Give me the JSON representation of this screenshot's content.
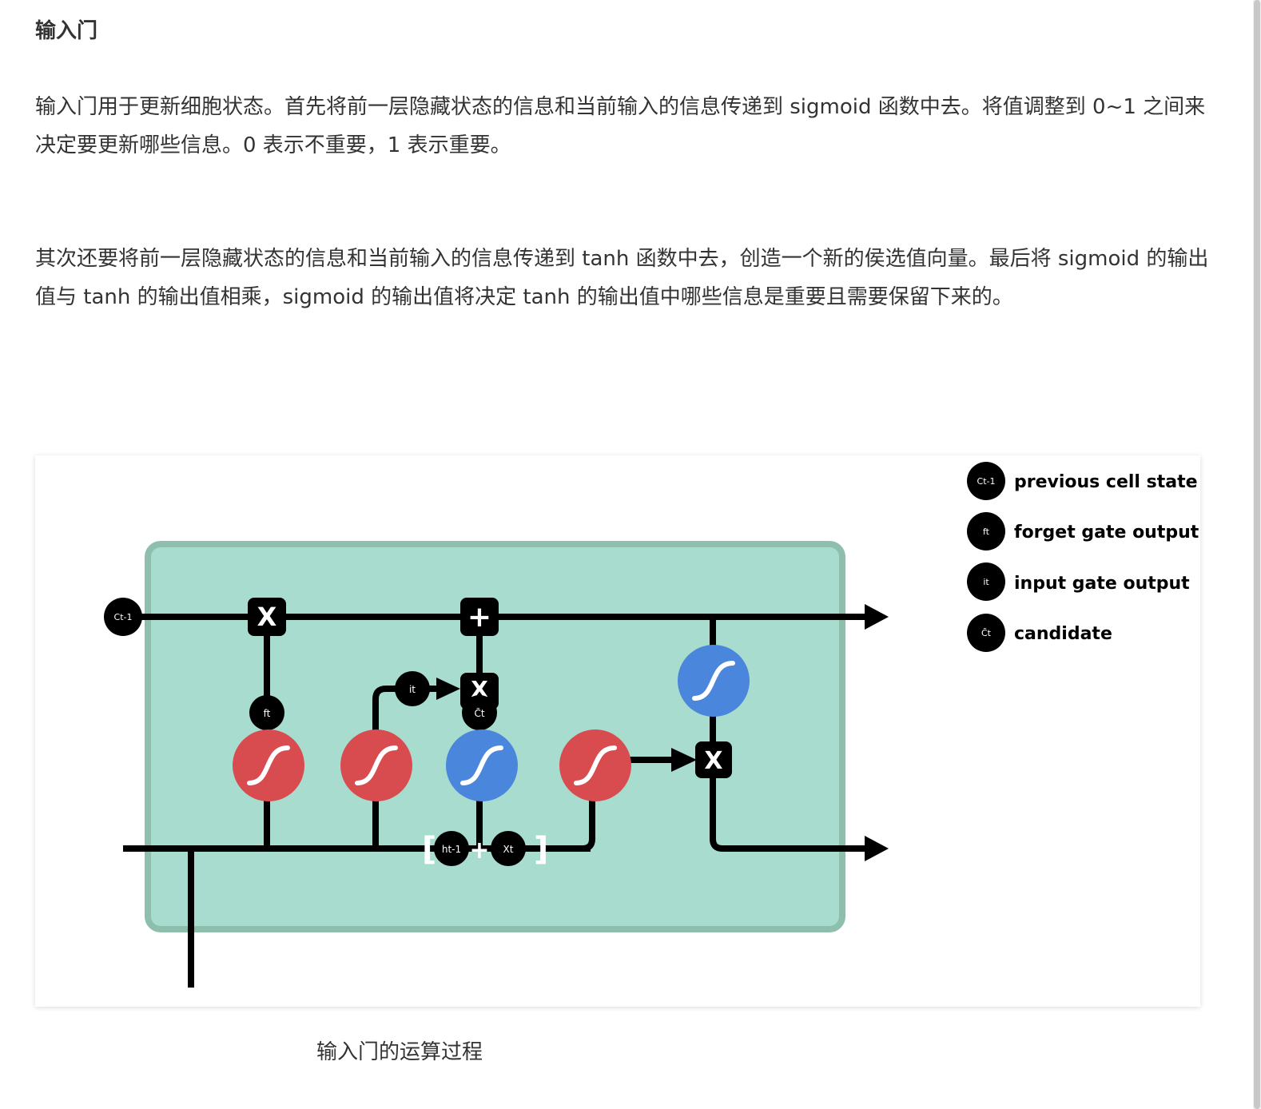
{
  "section": {
    "title": "输入门"
  },
  "paragraphs": {
    "p1": "输入门用于更新细胞状态。首先将前一层隐藏状态的信息和当前输入的信息传递到 sigmoid 函数中去。将值调整到 0~1 之间来决定要更新哪些信息。0 表示不重要，1 表示重要。",
    "p2": "其次还要将前一层隐藏状态的信息和当前输入的信息传递到 tanh 函数中去，创造一个新的侯选值向量。最后将 sigmoid 的输出值与 tanh 的输出值相乘，sigmoid 的输出值将决定 tanh 的输出值中哪些信息是重要且需要保留下来的。"
  },
  "figure": {
    "caption": "输入门的运算过程",
    "legend": {
      "prev_cell": {
        "badge": "Ct-1",
        "label": "previous cell state"
      },
      "forget": {
        "badge": "ft",
        "label": "forget gate output"
      },
      "input": {
        "badge": "it",
        "label": "input gate output"
      },
      "candidate": {
        "badge": "C̃t",
        "label": "candidate"
      }
    },
    "nodes": {
      "c_prev": "Ct-1",
      "f_t": "ft",
      "i_t": "it",
      "c_tilde": "C̃t",
      "h_prev": "ht-1",
      "x_t": "Xt",
      "mult": "X",
      "plus": "+",
      "bracket_open": "[",
      "bracket_close": "]"
    },
    "colors": {
      "cell_fill": "#a8dccf",
      "cell_border": "#8dbfac",
      "sigmoid": "#d84c50",
      "tanh": "#4a86db",
      "wire": "#000000"
    }
  }
}
